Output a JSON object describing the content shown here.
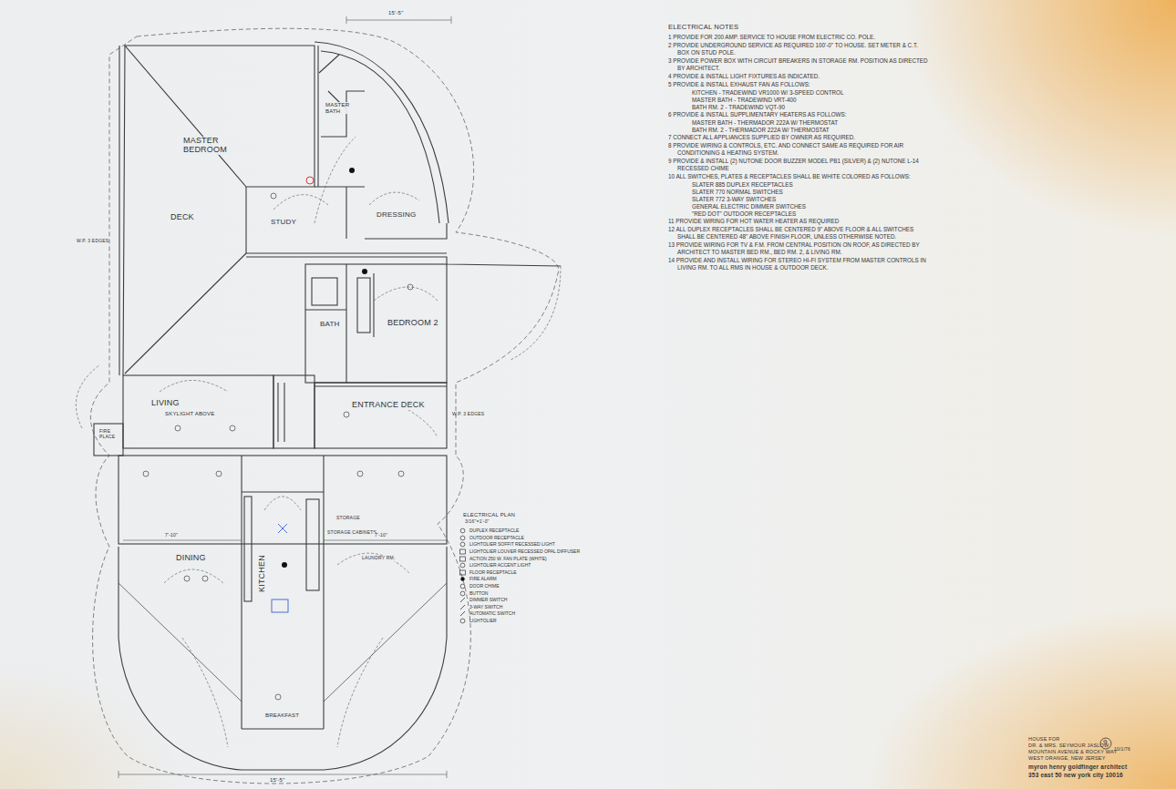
{
  "diagram": {
    "labels": [
      "MASTER BEDROOM",
      "MASTER BATH",
      "STUDY",
      "DRESSING",
      "DECK",
      "BATH",
      "BEDROOM 2",
      "LIVING",
      "SKYLIGHT ABOVE",
      "ENTRANCE DECK",
      "FIRE PLACE",
      "DINING",
      "KITCHEN",
      "BREAKFAST",
      "STORAGE",
      "STORAGE CABINETS",
      "LAUNDRY RM.",
      "W.P. 3 EDGES",
      "W.P. 3 EDGES",
      "15'-5\"",
      "15'-5\"",
      "7'-10\"",
      "7'-10\"",
      "ELECTRICAL PLAN",
      "3/16\"=1'-0\"",
      "ELECTRICAL NOTES",
      "1 PROVIDE FOR 200 AMP. SERVICE TO HOUSE FROM ELECTRIC CO. POLE.",
      "2 PROVIDE UNDERGROUND SERVICE AS REQUIRED 100'-0\" TO HOUSE. SET METER & C.T. BOX ON STUD POLE.",
      "3 PROVIDE POWER BOX WITH CIRCUIT BREAKERS IN STORAGE RM. POSITION AS DIRECTED BY ARCHITECT.",
      "4 PROVIDE & INSTALL LIGHT FIXTURES AS INDICATED.",
      "5 PROVIDE & INSTALL EXHAUST FAN AS FOLLOWS:",
      "KITCHEN - TRADEWIND VR1000 W/ 3-SPEED CONTROL",
      "MASTER BATH - TRADEWIND VRT-400",
      "BATH RM. 2 - TRADEWIND VQT-90",
      "6 PROVIDE & INSTALL SUPPLIMENTARY HEATERS AS FOLLOWS:",
      "MASTER BATH - THERMADOR 222A W/ THERMOSTAT",
      "BATH RM. 2 - THERMADOR 222A W/ THERMOSTAT",
      "7 CONNECT ALL APPLIANCES SUPPLIED BY OWNER AS REQUIRED.",
      "8 PROVIDE WIRING & CONTROLS, ETC. AND CONNECT SAME AS REQUIRED FOR AIR CONDITIONING & HEATING SYSTEM.",
      "9 PROVIDE & INSTALL (2) NUTONE DOOR BUZZER MODEL PB1 (SILVER) & (2) NUTONE L-14 RECESSED CHIME",
      "10 ALL SWITCHES, PLATES & RECEPTACLES SHALL BE WHITE COLORED AS FOLLOWS:",
      "SLATER 885 DUPLEX RECEPTACLES",
      "SLATER 770 NORMAL SWITCHES",
      "SLATER 772 3-WAY SWITCHES",
      "GENERAL ELECTRIC DIMMER SWITCHES",
      "\"RED DOT\" OUTDOOR RECEPTACLES",
      "11 PROVIDE WIRING FOR HOT WATER HEATER AS REQUIRED",
      "12 ALL DUPLEX RECEPTACLES SHALL BE CENTERED 9\" ABOVE FLOOR & ALL SWITCHES SHALL BE CENTERED 48\" ABOVE FINISH FLOOR, UNLESS OTHERWISE NOTED.",
      "13 PROVIDE WIRING FOR TV & F.M. FROM CENTRAL POSITION ON ROOF, AS DIRECTED BY ARCHITECT TO MASTER BED RM., BED RM. 2, & LIVING RM.",
      "14 PROVIDE AND INSTALL WIRING FOR STEREO HI-FI SYSTEM FROM MASTER CONTROLS IN LIVING RM. TO ALL RMS IN HOUSE & OUTDOOR DECK.",
      "HOUSE FOR",
      "DR. & MRS. SEYMOUR JASLOW",
      "MOUNTAIN AVENUE & ROCKY WAY",
      "WEST ORANGE, NEW JERSEY",
      "myron henry goldfinger architect",
      "353 east 50 new york city 10016",
      "9",
      "10/1/76"
    ],
    "legend": [
      {
        "text": "DUPLEX RECEPTACLE"
      },
      {
        "text": "OUTDOOR RECEPTACLE"
      },
      {
        "text": "LIGHTOLIER SOFFIT RECESSED LIGHT"
      },
      {
        "text": "LIGHTOLIER LOUVER RECESSED OPAL DIFFUSER"
      },
      {
        "text": "ACTION 250 W. FAN PLATE (WHITE)"
      },
      {
        "text": "LIGHTOLIER ACCENT LIGHT"
      },
      {
        "text": "FLOOR RECEPTACLE"
      },
      {
        "text": "FIRE ALARM"
      },
      {
        "text": "DOOR CHIME"
      },
      {
        "text": "BUTTON"
      },
      {
        "text": "DIMMER SWITCH"
      },
      {
        "text": "3-WAY SWITCH"
      },
      {
        "text": "AUTOMATIC SWITCH"
      },
      {
        "text": "LIGHTOLIER"
      }
    ]
  }
}
